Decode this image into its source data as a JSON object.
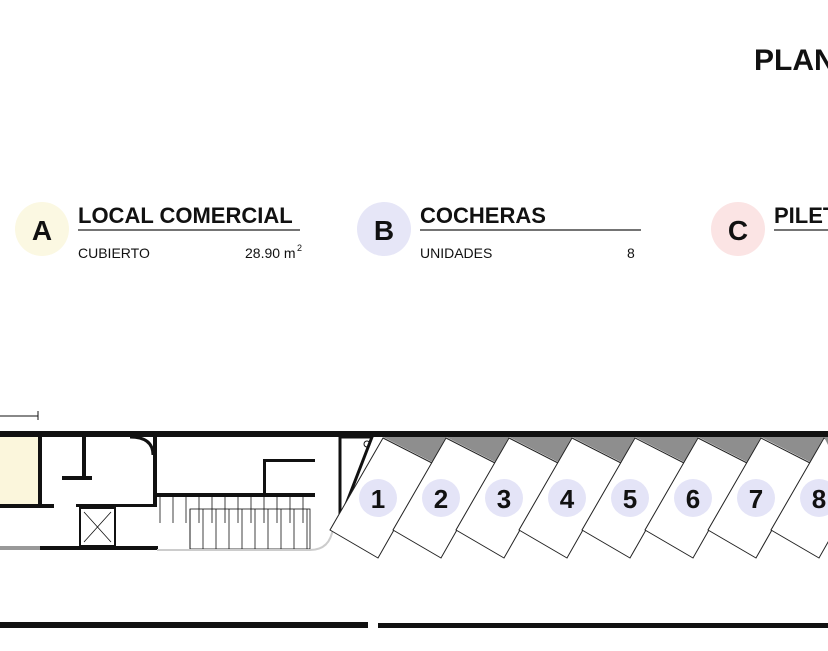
{
  "header": {
    "title": "PLAN"
  },
  "legend": [
    {
      "letter": "A",
      "title": "LOCAL COMERCIAL",
      "field": "CUBIERTO",
      "value": "28.90 m",
      "unit_sup": "2",
      "color": "#fbf8e2"
    },
    {
      "letter": "B",
      "title": "COCHERAS",
      "field": "UNIDADES",
      "value": "8",
      "color": "#e6e6f7"
    },
    {
      "letter": "C",
      "title": "PILET",
      "color": "#fbe4e4"
    }
  ],
  "parking": {
    "spaces": [
      "1",
      "2",
      "3",
      "4",
      "5",
      "6",
      "7",
      "8"
    ],
    "badge_color": "#e4e4f7"
  }
}
